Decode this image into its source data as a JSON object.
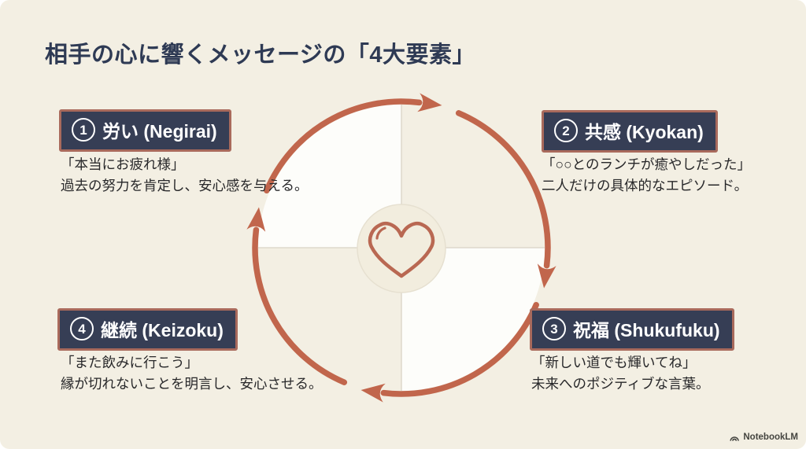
{
  "title": "相手の心に響くメッセージの「4大要素」",
  "colors": {
    "background": "#f3efe3",
    "box_background": "#363e55",
    "box_border": "#a96a5c",
    "arrow": "#c1664c",
    "title_text": "#2e3a54",
    "body_text": "#28282a",
    "white_quadrant": "#fdfdfa",
    "heart": "#b96852"
  },
  "center": {
    "icon": "heart-icon"
  },
  "items": [
    {
      "number": "1",
      "label": "労い (Negirai)",
      "quote": "「本当にお疲れ様」",
      "desc": "過去の努力を肯定し、安心感を与える。",
      "position": "top-left"
    },
    {
      "number": "2",
      "label": "共感 (Kyokan)",
      "quote": "「○○とのランチが癒やしだった」",
      "desc": "二人だけの具体的なエピソード。",
      "position": "top-right"
    },
    {
      "number": "3",
      "label": "祝福 (Shukufuku)",
      "quote": "「新しい道でも輝いてね」",
      "desc": "未来へのポジティブな言葉。",
      "position": "bottom-right"
    },
    {
      "number": "4",
      "label": "継続 (Keizoku)",
      "quote": "「また飲みに行こう」",
      "desc": "縁が切れないことを明言し、安心させる。",
      "position": "bottom-left"
    }
  ],
  "watermark": {
    "label": "NotebookLM"
  }
}
